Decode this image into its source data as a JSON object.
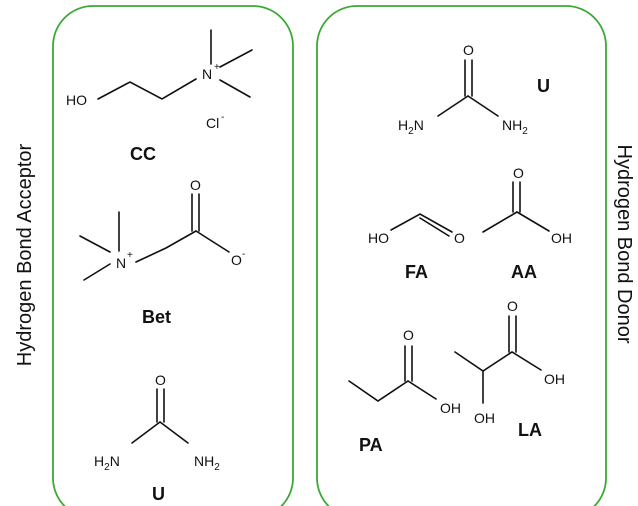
{
  "colors": {
    "panel_border": "#3aaa35",
    "ink": "#111111"
  },
  "labels": {
    "left_side": "Hydrogen Bond Acceptor",
    "right_side": "Hydrogen Bond  Donor"
  },
  "acceptor": {
    "cc": {
      "name": "CC",
      "ho": "HO",
      "n": "N",
      "n_charge": "+",
      "cl": "Cl",
      "cl_charge": "-"
    },
    "bet": {
      "name": "Bet",
      "n": "N",
      "n_charge": "+",
      "o_top": "O",
      "o_minus": "O",
      "o_charge": "-"
    },
    "urea": {
      "name": "U",
      "o": "O",
      "h2n": "H",
      "h2n_sub": "2",
      "h2n_n": "N",
      "nh2": "NH",
      "nh2_sub": "2"
    }
  },
  "donor": {
    "urea": {
      "name": "U",
      "o": "O",
      "h2n": "H",
      "h2n_sub": "2",
      "h2n_n": "N",
      "nh2": "NH",
      "nh2_sub": "2"
    },
    "fa": {
      "name": "FA",
      "ho": "HO",
      "o": "O"
    },
    "aa": {
      "name": "AA",
      "o": "O",
      "oh": "OH"
    },
    "pa": {
      "name": "PA",
      "o": "O",
      "oh": "OH"
    },
    "la": {
      "name": "LA",
      "o": "O",
      "oh": "OH",
      "oh2": "OH"
    }
  }
}
